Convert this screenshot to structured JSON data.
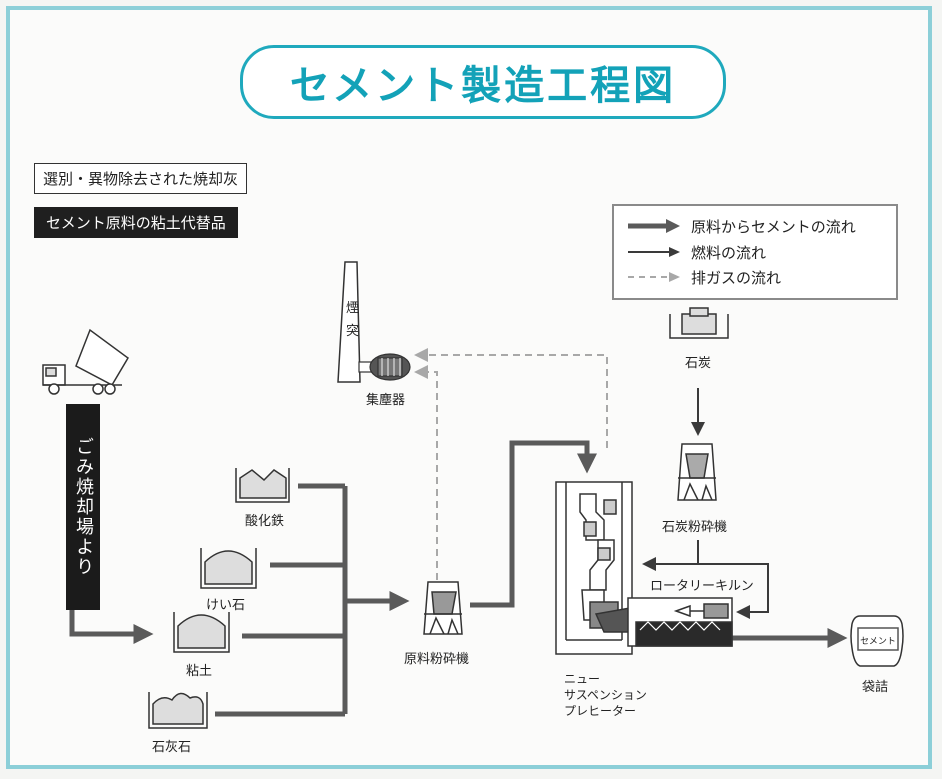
{
  "title": "セメント製造工程図",
  "labels": {
    "ash": "選別・異物除去された焼却灰",
    "substitute": "セメント原料の粘土代替品",
    "garbage_plant": "ごみ焼却場より",
    "chimney_char1": "煙",
    "chimney_char2": "突",
    "dust_collector": "集塵器",
    "coal": "石炭",
    "coal_mill": "石炭粉砕機",
    "kiln": "ロータリーキルン",
    "raw_mill": "原料粉砕機",
    "preheater_l1": "ニュー",
    "preheater_l2": "サスペンション",
    "preheater_l3": "プレヒーター",
    "bag_text": "セメント",
    "bagging": "袋詰",
    "iron_oxide": "酸化鉄",
    "silica": "けい石",
    "clay": "粘土",
    "limestone": "石灰石"
  },
  "legend": [
    {
      "text": "原料からセメントの流れ",
      "style": "thick"
    },
    {
      "text": "燃料の流れ",
      "style": "thin"
    },
    {
      "text": "排ガスの流れ",
      "style": "dashed"
    }
  ],
  "colors": {
    "frame": "#8ccfd8",
    "title": "#13a2b8",
    "thick_flow": "#5a5a5a",
    "thin_flow": "#3a3a3a",
    "gas_flow": "#a8a8a8"
  }
}
